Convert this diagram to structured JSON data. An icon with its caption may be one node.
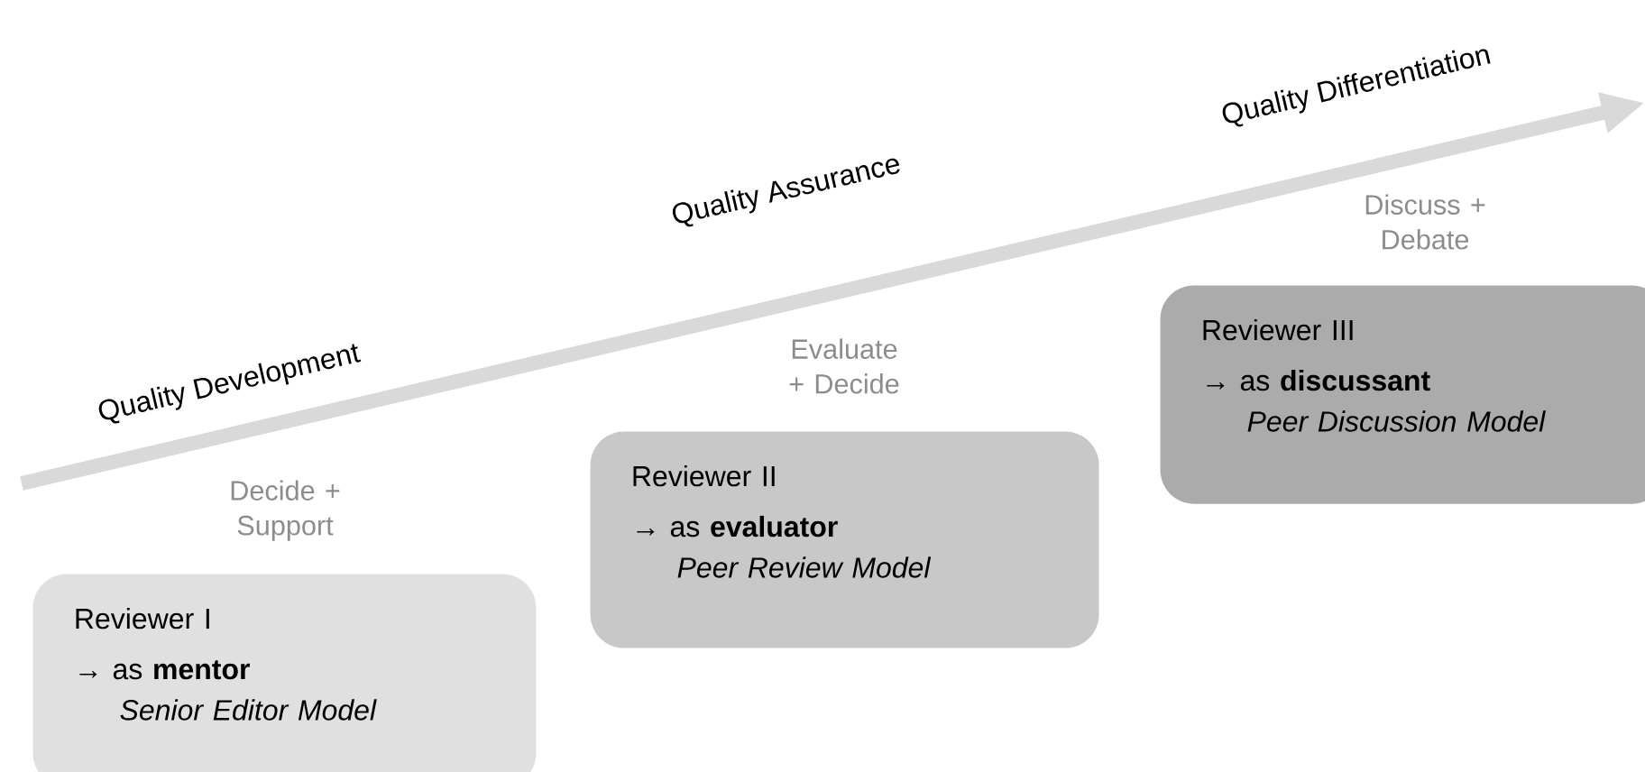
{
  "diagram": {
    "nodes": [
      {
        "text": [
          "Reviewer I",
          "→ as **mentor**",
          "Senior Editor Model"
        ],
        "beside": [
          "Decide + Support"
        ]
      },
      {
        "text": [
          "Reviewer II",
          "→ as **evaluator**",
          "Peer Review Model"
        ],
        "beside": [
          "Evaluate + Decide"
        ]
      },
      {
        "text": [
          "Reviewer III",
          "→ as **discussant**",
          "Peer Discussion Model"
        ],
        "beside": [
          "Discuss + Debate"
        ]
      }
    ],
    "labels": [
      "Quality Development",
      "Quality Assurance",
      "Quality Differentiation"
    ]
  }
}
